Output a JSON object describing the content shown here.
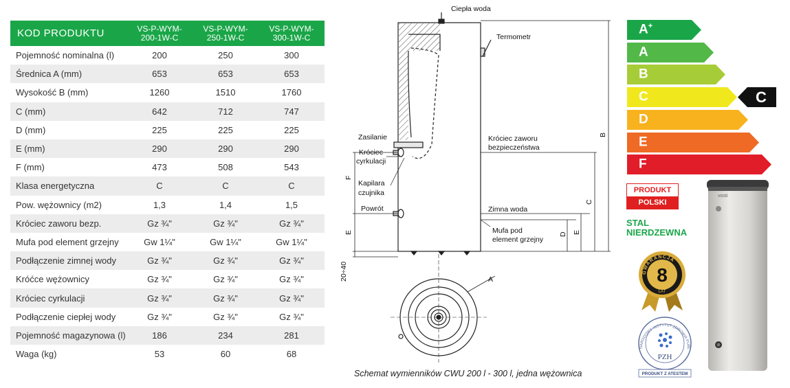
{
  "table": {
    "headers": [
      "KOD PRODUKTU",
      [
        "VS-P-WYM-",
        "200-1W-C"
      ],
      [
        "VS-P-WYM-",
        "250-1W-C"
      ],
      [
        "VS-P-WYM-",
        "300-1W-C"
      ]
    ],
    "rows": [
      [
        "Pojemność nominalna (l)",
        "200",
        "250",
        "300"
      ],
      [
        "Średnica A (mm)",
        "653",
        "653",
        "653"
      ],
      [
        "Wysokość B (mm)",
        "1260",
        "1510",
        "1760"
      ],
      [
        "C (mm)",
        "642",
        "712",
        "747"
      ],
      [
        "D (mm)",
        "225",
        "225",
        "225"
      ],
      [
        "E (mm)",
        "290",
        "290",
        "290"
      ],
      [
        "F (mm)",
        "473",
        "508",
        "543"
      ],
      [
        "Klasa energetyczna",
        "C",
        "C",
        "C"
      ],
      [
        "Pow. wężownicy (m2)",
        "1,3",
        "1,4",
        "1,5"
      ],
      [
        "Króciec zaworu bezp.",
        "Gz ¾\"",
        "Gz ¾\"",
        "Gz ¾\""
      ],
      [
        "Mufa pod element grzejny",
        "Gw 1¼\"",
        "Gw 1¼\"",
        "Gw 1¼\""
      ],
      [
        "Podłączenie zimnej wody",
        "Gz ¾\"",
        "Gz ¾\"",
        "Gz ¾\""
      ],
      [
        "Króćce wężownicy",
        "Gz ¾\"",
        "Gz ¾\"",
        "Gz ¾\""
      ],
      [
        "Króciec cyrkulacji",
        "Gz ¾\"",
        "Gz ¾\"",
        "Gz ¾\""
      ],
      [
        "Podłączenie ciepłej wody",
        "Gz ¾\"",
        "Gz ¾\"",
        "Gz ¾\""
      ],
      [
        "Pojemność magazynowa (l)",
        "186",
        "234",
        "281"
      ],
      [
        "Waga (kg)",
        "53",
        "60",
        "68"
      ]
    ]
  },
  "diagram": {
    "labels": {
      "ciepla_woda": "Ciepła woda",
      "termometr": "Termometr",
      "zasilanie": "Zasilanie",
      "krociec_zaworu": [
        "Króciec zaworu",
        "bezpieczeństwa"
      ],
      "krociec_cyrkulacji": [
        "Króciec",
        "cyrkulacji"
      ],
      "kapilara": [
        "Kapilara",
        "czujnika"
      ],
      "powrot": "Powrót",
      "zimna_woda": "Zimna woda",
      "mufa": [
        "Mufa pod",
        "element grzejny"
      ],
      "dim_a": "A",
      "dim_b": "B",
      "dim_c": "C",
      "dim_d": "D",
      "dim_e": "E",
      "dim_f": "F",
      "dim_base": "20÷40"
    },
    "caption": "Schemat wymienników CWU 200 l - 300 l,  jedna wężownica"
  },
  "energy": {
    "classes": [
      {
        "letter": "A",
        "sup": "+",
        "color": "#1aa648"
      },
      {
        "letter": "A",
        "sup": "",
        "color": "#52b848"
      },
      {
        "letter": "B",
        "sup": "",
        "color": "#a6cc38"
      },
      {
        "letter": "C",
        "sup": "",
        "color": "#f0e81c"
      },
      {
        "letter": "D",
        "sup": "",
        "color": "#f8b21e"
      },
      {
        "letter": "E",
        "sup": "",
        "color": "#ef6a25"
      },
      {
        "letter": "F",
        "sup": "",
        "color": "#e21d2a"
      }
    ],
    "rating": "C"
  },
  "badges": {
    "produkt": "PRODUKT",
    "polski": "POLSKI",
    "stal": [
      "STAL",
      "NIERDZEWNA"
    ],
    "gwarancja_word": "GWARANCJA",
    "gwarancja_years": "8",
    "gwarancja_unit": "LAT",
    "pzh_ring": "NARODOWY INSTYTUT ZDROWIA PUBLICZNEGO",
    "pzh_mark": "PZH",
    "pzh_bottom": "PRODUKT Z ATESTEM",
    "brand": "vosti"
  }
}
